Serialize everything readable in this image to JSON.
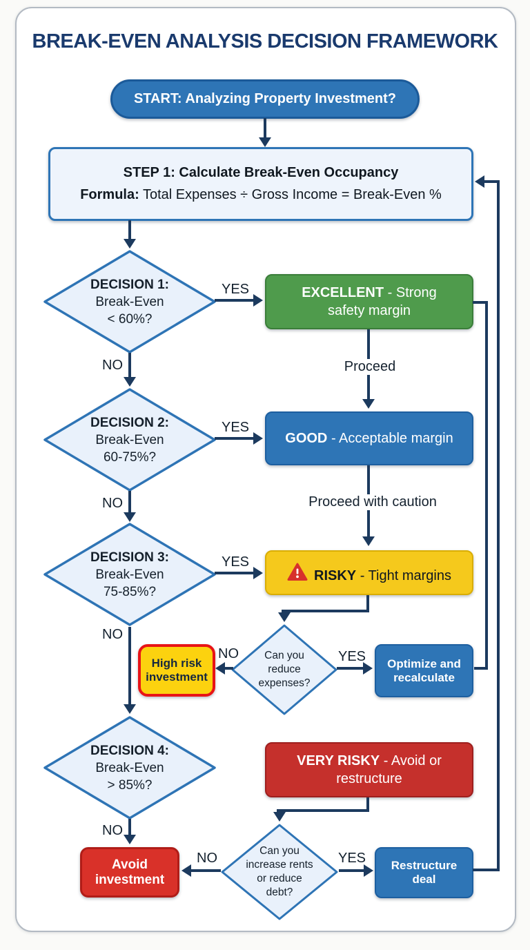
{
  "title": "BREAK-EVEN ANALYSIS DECISION FRAMEWORK",
  "start": {
    "label": "START: Analyzing Property Investment?"
  },
  "step1": {
    "title": "STEP 1: Calculate Break-Even Occupancy",
    "formula_label": "Formula:",
    "formula_text": " Total Expenses ÷ Gross Income = Break-Even %"
  },
  "labels": {
    "yes": "YES",
    "no": "NO",
    "proceed": "Proceed",
    "proceed_with_caution": "Proceed with caution"
  },
  "decisions": [
    {
      "title": "DECISION 1:",
      "line1": "Break-Even",
      "line2": "< 60%?"
    },
    {
      "title": "DECISION 2:",
      "line1": "Break-Even",
      "line2": "60-75%?"
    },
    {
      "title": "DECISION 3:",
      "line1": "Break-Even",
      "line2": "75-85%?"
    },
    {
      "title": "DECISION 4:",
      "line1": "Break-Even",
      "line2": "> 85%?"
    }
  ],
  "outcomes": {
    "excellent": {
      "em": "EXCELLENT",
      "rest": " - Strong safety margin"
    },
    "good": {
      "em": "GOOD",
      "rest": " - Acceptable margin"
    },
    "risky": {
      "em": "RISKY",
      "rest": " - Tight margins"
    },
    "very_risky": {
      "em": "VERY RISKY",
      "rest": " - Avoid or restructure"
    }
  },
  "questions": {
    "reduce_expenses": {
      "line1": "Can you",
      "line2": "reduce",
      "line3": "expenses?"
    },
    "increase_rents": {
      "line1": "Can you",
      "line2": "increase rents",
      "line3": "or reduce",
      "line4": "debt?"
    }
  },
  "actions": {
    "high_risk": {
      "line1": "High risk",
      "line2": "investment"
    },
    "optimize": {
      "line1": "Optimize and",
      "line2": "recalculate"
    },
    "avoid": {
      "line1": "Avoid",
      "line2": "investment"
    },
    "restructure": {
      "line1": "Restructure",
      "line2": "deal"
    }
  },
  "colors": {
    "accent_blue": "#2e75b6",
    "green": "#4f9b4c",
    "yellow": "#f5c91c",
    "red": "#c5302c",
    "bright_red": "#d93129",
    "navy": "#1c3a5e"
  }
}
